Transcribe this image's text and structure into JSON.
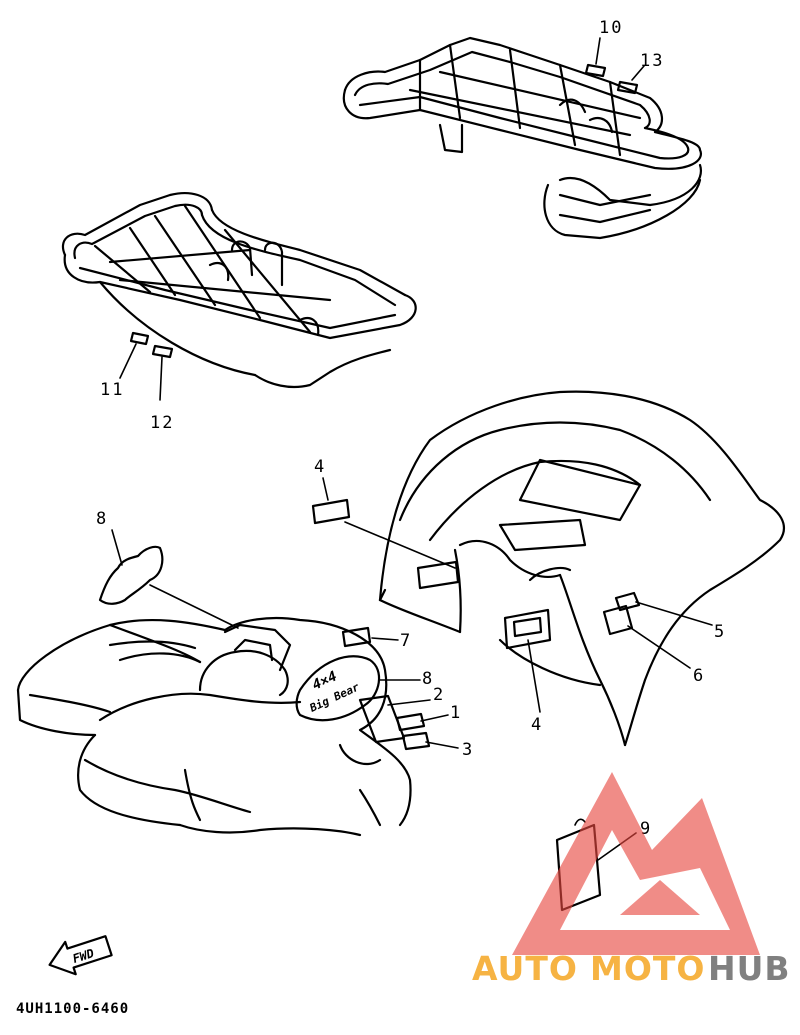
{
  "callouts": [
    {
      "id": "c1",
      "text": "1"
    },
    {
      "id": "c2",
      "text": "2"
    },
    {
      "id": "c3",
      "text": "3"
    },
    {
      "id": "c4a",
      "text": "4"
    },
    {
      "id": "c4b",
      "text": "4"
    },
    {
      "id": "c5",
      "text": "5"
    },
    {
      "id": "c6",
      "text": "6"
    },
    {
      "id": "c7",
      "text": "7"
    },
    {
      "id": "c8a",
      "text": "8"
    },
    {
      "id": "c8b",
      "text": "8"
    },
    {
      "id": "c9",
      "text": "9"
    },
    {
      "id": "c10",
      "text": "10"
    },
    {
      "id": "c11",
      "text": "11"
    },
    {
      "id": "c12",
      "text": "12"
    },
    {
      "id": "c13",
      "text": "13"
    }
  ],
  "diagram_code": "4UH1100-6460",
  "fwd_label": "FWD",
  "decal_text": {
    "line1": "4×4",
    "line2": "Big Bear"
  },
  "watermark": {
    "part1": "AUTO",
    "part2": "MOTO",
    "part3": "HUB"
  },
  "colors": {
    "line": "#000000",
    "watermark_red": "#e8473f",
    "watermark_orange": "#f5a623",
    "watermark_grey": "#6b6b6b"
  }
}
